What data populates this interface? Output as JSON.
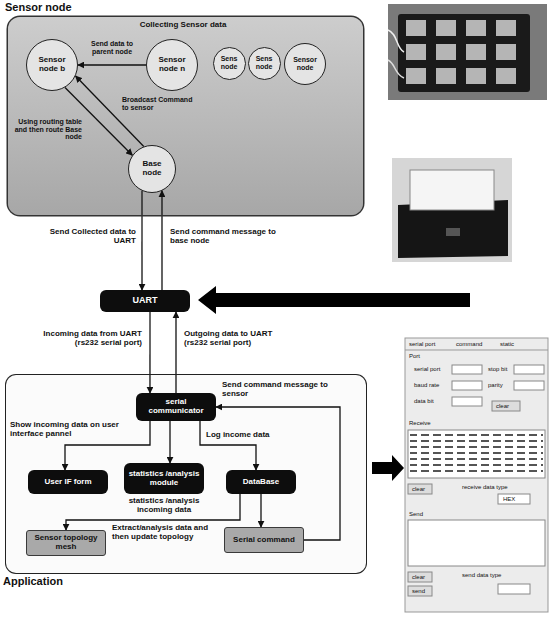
{
  "diagram": {
    "nodes": [
      {
        "text": [
          "Sensor node",
          "Collecting Sensor data"
        ]
      },
      {
        "text": [
          "Sensor node b"
        ],
        "in": 0
      },
      {
        "text": [
          "Sensor node n"
        ],
        "in": 0
      },
      {
        "text": [
          "Sens node"
        ],
        "in": 0
      },
      {
        "text": [
          "Sens node"
        ],
        "in": 0
      },
      {
        "text": [
          "Sensor node"
        ],
        "in": 0
      },
      {
        "text": [
          "Base node"
        ],
        "in": 0
      },
      {
        "text": [
          "UART"
        ]
      },
      {
        "text": [
          "Application"
        ]
      },
      {
        "text": [
          "serial communicator"
        ],
        "in": 8
      },
      {
        "text": [
          "User IF form"
        ],
        "in": 8
      },
      {
        "text": [
          "statistics /analysis module"
        ],
        "in": 8
      },
      {
        "text": [
          "DataBase"
        ],
        "in": 8
      },
      {
        "text": [
          "Sensor topology mesh"
        ],
        "in": 8
      },
      {
        "text": [
          "Serial command"
        ],
        "in": 8
      }
    ],
    "edges": [
      {
        "from": 2,
        "to": 1,
        "arrow": "to",
        "label": "Send data to parent node"
      },
      {
        "from": 1,
        "to": 6,
        "arrow": "to",
        "label": "Using routing table and then route Base node"
      },
      {
        "from": 6,
        "to": 1,
        "arrow": "to",
        "label": "Broadcast Command to sensor"
      },
      {
        "from": 6,
        "to": 7,
        "arrow": "to",
        "label": "Send Collected data to UART"
      },
      {
        "from": 7,
        "to": 6,
        "arrow": "to",
        "label": "Send command message to base node"
      },
      {
        "from": 7,
        "to": 9,
        "arrow": "to",
        "label": "Incoming data from UART (rs232 serial port)"
      },
      {
        "from": 9,
        "to": 7,
        "arrow": "to",
        "label": "Outgoing data to UART (rs232 serial port)"
      },
      {
        "from": 9,
        "to": 10,
        "arrow": "to",
        "label": "Show incoming data on user interface pannel"
      },
      {
        "from": 9,
        "to": 11,
        "arrow": "to"
      },
      {
        "from": 9,
        "to": 12,
        "arrow": "to",
        "label": "Log income data"
      },
      {
        "from": 12,
        "to": 14,
        "arrow": "to"
      },
      {
        "from": 12,
        "to": 13,
        "arrow": "to",
        "label": "Extract/analysis data and then update topology"
      },
      {
        "from": 14,
        "to": 9,
        "arrow": "to",
        "label": "Send command message to sensor"
      }
    ],
    "labels": [
      "statistics /analysis incoming data",
      "serial port",
      "command",
      "static",
      "Port",
      "serial port",
      "stop bit",
      "baud rate",
      "parity",
      "data bit",
      "clear",
      "Receive",
      "clear",
      "receive data type",
      "HEX",
      "Send",
      "clear",
      "send data type",
      "send"
    ]
  }
}
